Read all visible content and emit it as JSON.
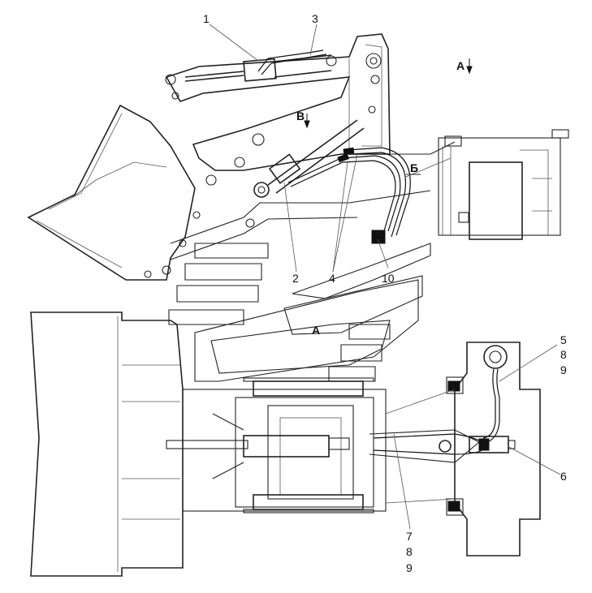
{
  "callouts": {
    "c1": "1",
    "c2": "2",
    "c3": "3",
    "c4": "4",
    "c5": "5",
    "c6": "6",
    "c7": "7",
    "c8a": "8",
    "c8b": "8",
    "c9a": "9",
    "c9b": "9",
    "c10": "10"
  },
  "views": {
    "view_a_top": "А",
    "view_b": "В",
    "view_be": "Б",
    "view_a_mid": "А"
  }
}
